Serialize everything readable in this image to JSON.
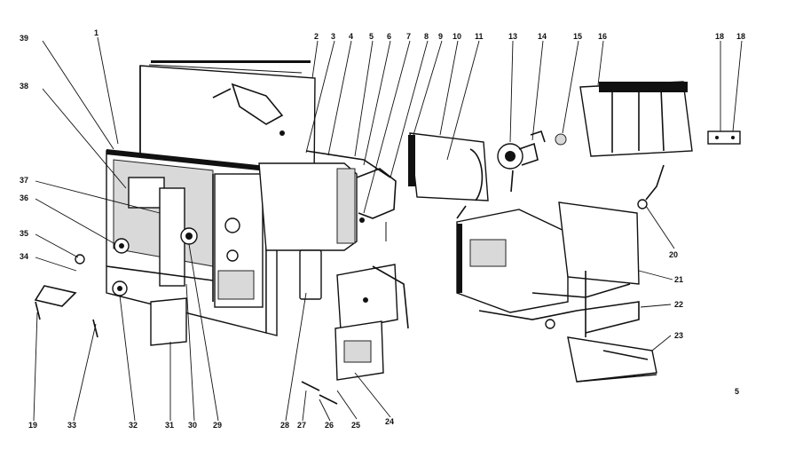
{
  "diagram": {
    "callouts": [
      "1",
      "2",
      "3",
      "4",
      "5",
      "6",
      "7",
      "8",
      "9",
      "10",
      "11",
      "13",
      "14",
      "15",
      "16",
      "18",
      "18",
      "20",
      "21",
      "22",
      "23",
      "24",
      "25",
      "26",
      "27",
      "28",
      "29",
      "30",
      "31",
      "32",
      "33",
      "34",
      "35",
      "36",
      "37",
      "38",
      "39",
      "19"
    ],
    "page_mark": "5"
  }
}
